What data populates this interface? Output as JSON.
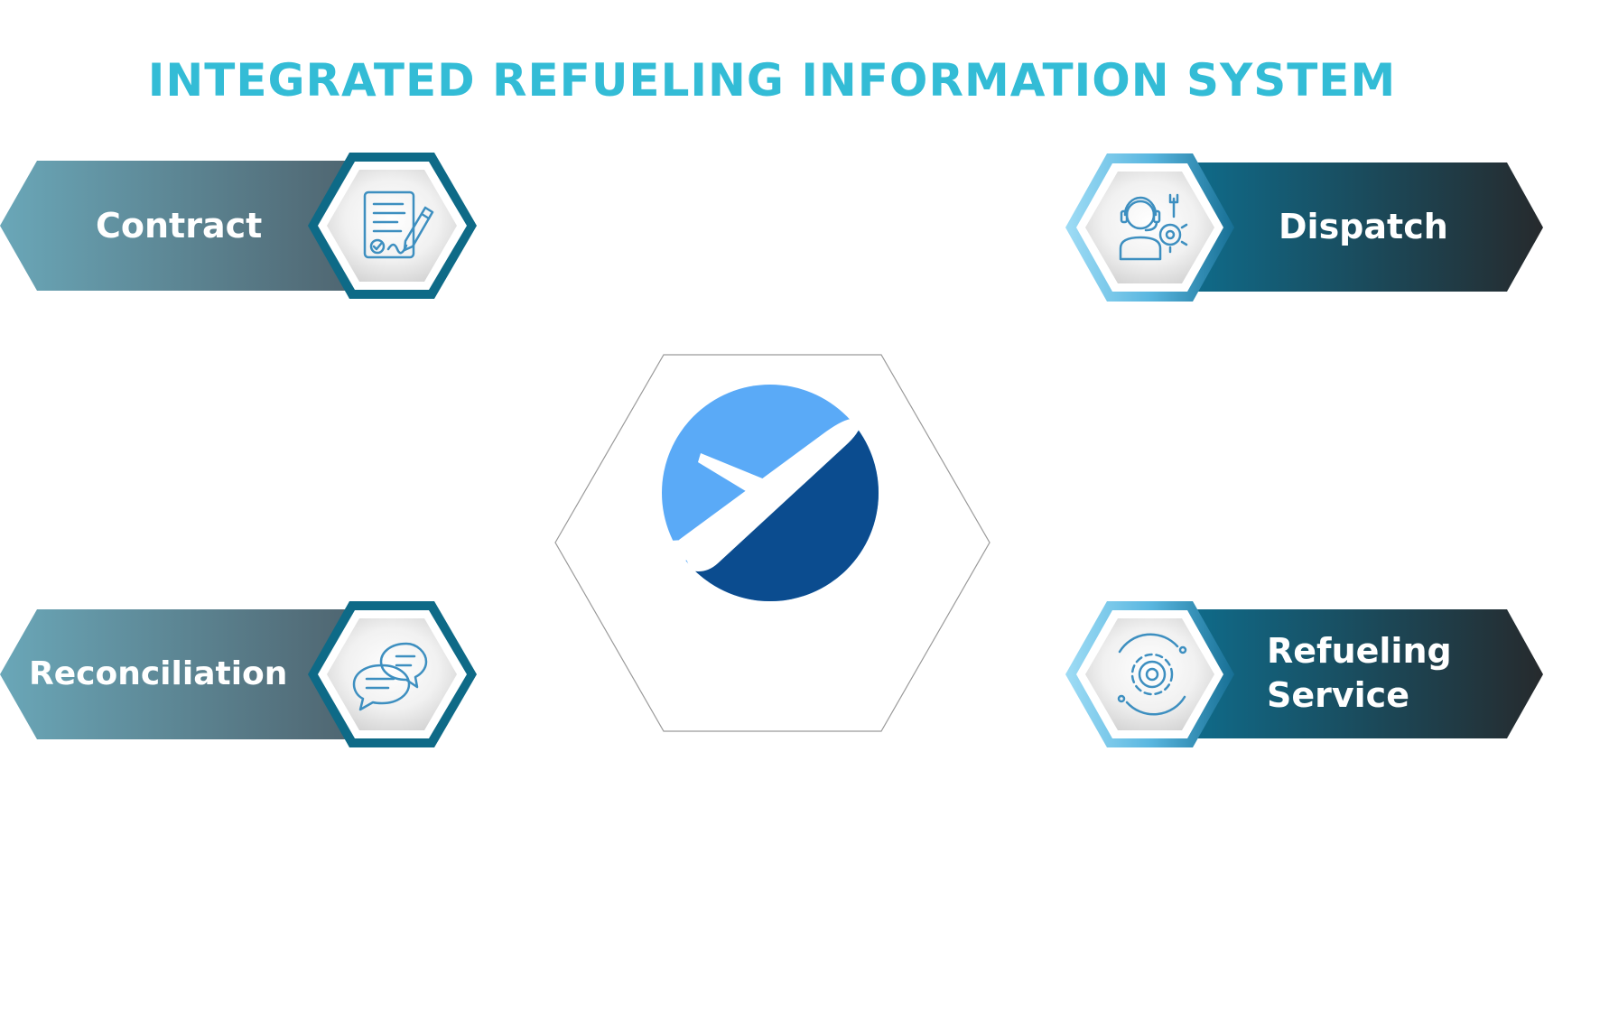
{
  "title": "INTEGRATED REFUELING INFORMATION SYSTEM",
  "colors": {
    "title": "#33bcd6",
    "left_arrow_start": "#6aa7b8",
    "left_arrow_end": "#4f6570",
    "right_arrow_start": "#0f6b8a",
    "right_arrow_end": "#262a2d",
    "left_hex_ring": "#0e6a87",
    "right_hex_ring_light": "#8fd4f2",
    "right_hex_ring_dark": "#1b7fa6",
    "icon_line": "#3d8fc0",
    "logo_light": "#5aaaf7",
    "logo_dark": "#0b4c8f"
  },
  "modules": [
    {
      "label": "Contract",
      "icon": "contract-document-icon"
    },
    {
      "label": "Dispatch",
      "icon": "dispatcher-headset-icon"
    },
    {
      "label": "Reconciliation",
      "icon": "chat-bubbles-icon"
    },
    {
      "label_line1": "Refueling",
      "label_line2": "Service",
      "icon": "gear-service-icon"
    }
  ],
  "center": {
    "icon": "airplane-logo-icon"
  }
}
